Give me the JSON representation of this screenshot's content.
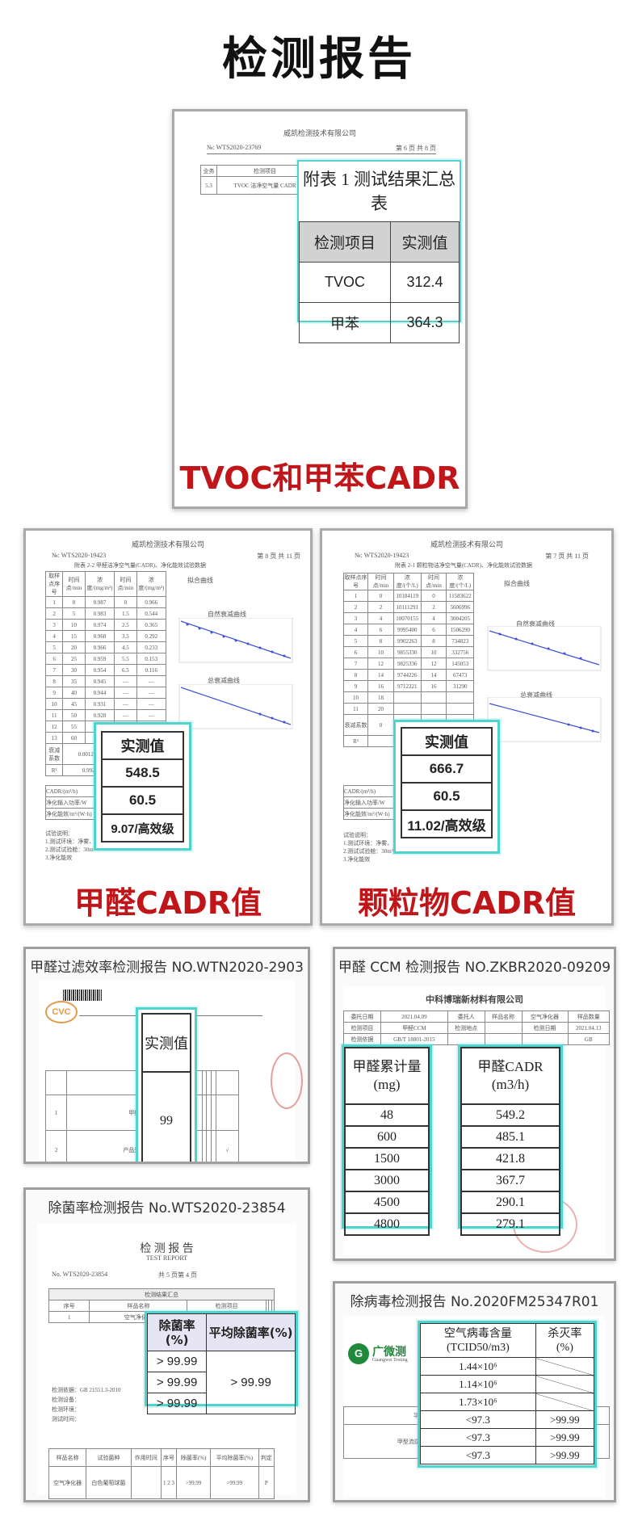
{
  "page_title": "检测报告",
  "report1": {
    "company": "威凯检测技术有限公司",
    "report_no": "№: WTS2020-23769",
    "page": "第 6 页 共 8 页",
    "row_no": "5.3",
    "row_item": "TVOC 洁净空气量 CADR",
    "col_header": "检测项目",
    "summary_title": "附表 1  测试结果汇总表",
    "headers": [
      "检测项目",
      "实测值"
    ],
    "rows": [
      [
        "TVOC",
        "312.4"
      ],
      [
        "甲苯",
        "364.3"
      ]
    ],
    "caption": "TVOC和甲苯CADR"
  },
  "report2": {
    "company": "威凯检测技术有限公司",
    "report_no": "№: WTS2020-19423",
    "page": "第 8 页 共 11 页",
    "sub_title": "附表 2-2  甲醛洁净空气量(CADR)、净化能效试验数据",
    "chart1_title": "自然衰减曲线",
    "chart2_title": "总衰减曲线",
    "panel_header": "实测值",
    "values": [
      "548.5",
      "60.5",
      "9.07/高效级"
    ],
    "caption": "甲醛CADR值"
  },
  "report3": {
    "company": "威凯检测技术有限公司",
    "report_no": "№: WTS2020-19423",
    "page": "第 7 页 共 11 页",
    "sub_title": "附表 2-1  颗粒物洁净空气量(CADR)、净化能效试验数据",
    "chart1_title": "自然衰减曲线",
    "chart2_title": "总衰减曲线",
    "panel_header": "实测值",
    "values": [
      "666.7",
      "60.5",
      "11.02/高效级"
    ],
    "caption": "颗粒物CADR值"
  },
  "card_filter": {
    "title": "甲醛过滤效率检测报告 NO.WTN2020-2903",
    "panel_header": "实测值",
    "value": "99"
  },
  "card_ccm": {
    "title": "甲醛 CCM 检测报告 NO.ZKBR2020-09209",
    "company": "中科博瑞新材料有限公司",
    "left_header_line1": "甲醛累计量",
    "left_header_line2": "(mg)",
    "right_header_line1": "甲醛CADR",
    "right_header_line2": "(m3/h)",
    "rows": [
      [
        "48",
        "549.2"
      ],
      [
        "600",
        "485.1"
      ],
      [
        "1500",
        "421.8"
      ],
      [
        "3000",
        "367.7"
      ],
      [
        "4500",
        "290.1"
      ],
      [
        "4800",
        "279.1"
      ]
    ]
  },
  "card_bacteria": {
    "title": "除菌率检测报告 No.WTS2020-23854",
    "report_title": "检 测 报 告",
    "report_sub": "TEST REPORT",
    "report_no": "No. WTS2020-23854",
    "page": "共 5 页第 4 页",
    "header_rate": "除菌率\n(%)",
    "header_avg": "平均除菌率(%)",
    "rates": [
      "> 99.99",
      "> 99.99",
      "> 99.99"
    ],
    "avg": "> 99.99"
  },
  "card_virus": {
    "title": "除病毒检测报告 No.2020FM25347R01",
    "logo_text": "广微测",
    "logo_sub": "Guangwei Testing",
    "header_count": "空气病毒含量",
    "header_count_unit": "(TCID50/m3)",
    "header_kill": "杀灭率",
    "header_kill_unit": "(%)",
    "counts": [
      "1.44×10⁶",
      "1.14×10⁶",
      "1.73×10⁶"
    ],
    "rows": [
      [
        "<97.3",
        ">99.99"
      ],
      [
        "<97.3",
        ">99.99"
      ],
      [
        "<97.3",
        ">99.99"
      ]
    ]
  },
  "colors": {
    "accent_red": "#c0161a",
    "teal": "#4fd4cd",
    "header_gray": "#d2d2d2",
    "lilac": "#e7e4f3"
  }
}
